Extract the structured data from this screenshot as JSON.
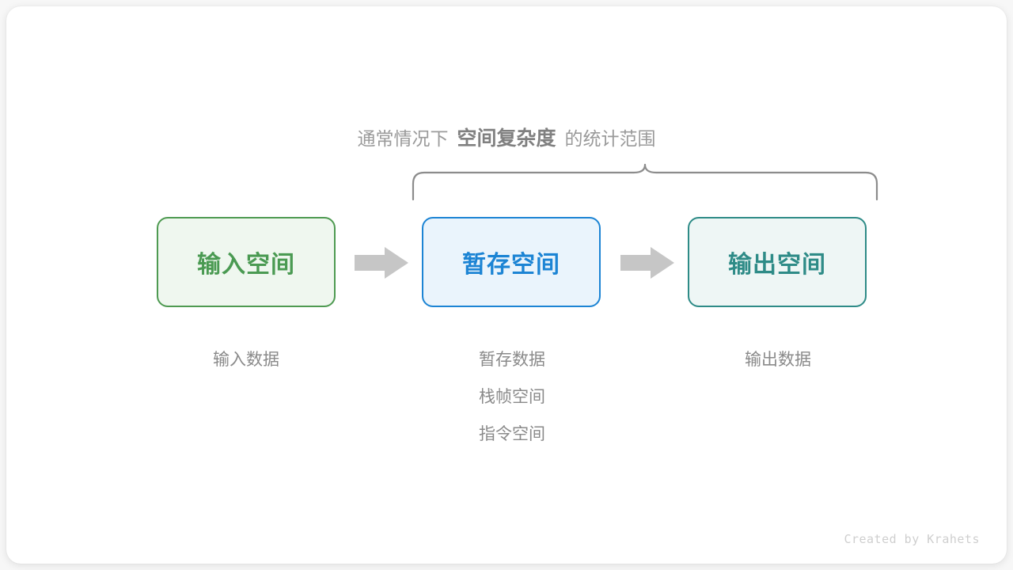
{
  "figure": {
    "title_prefix": "通常情况下",
    "title_strong": "空间复杂度",
    "title_suffix": "的统计范围",
    "footer": "Created by Krahets"
  },
  "colors": {
    "input_border": "#4e9a51",
    "input_fill": "#eff7ef",
    "input_text": "#4a9a52",
    "temp_border": "#1c84d4",
    "temp_fill": "#eaf4fc",
    "temp_text": "#1c84d4",
    "output_border": "#2e8b87",
    "output_fill": "#eef6f5",
    "output_text": "#2e8b87",
    "arrow": "#c6c6c6",
    "brace": "#8c8c8c",
    "caption_text": "#8a8a8a",
    "title_text": "#9a9a9a"
  },
  "boxes": [
    {
      "id": "input",
      "label": "输入空间"
    },
    {
      "id": "temp",
      "label": "暂存空间"
    },
    {
      "id": "output",
      "label": "输出空间"
    }
  ],
  "captions": {
    "input": [
      "输入数据"
    ],
    "temp": [
      "暂存数据",
      "栈帧空间",
      "指令空间"
    ],
    "output": [
      "输出数据"
    ]
  },
  "icons": {
    "arrow_1": "arrow-right-icon",
    "arrow_2": "arrow-right-icon",
    "brace": "curly-brace-icon"
  }
}
